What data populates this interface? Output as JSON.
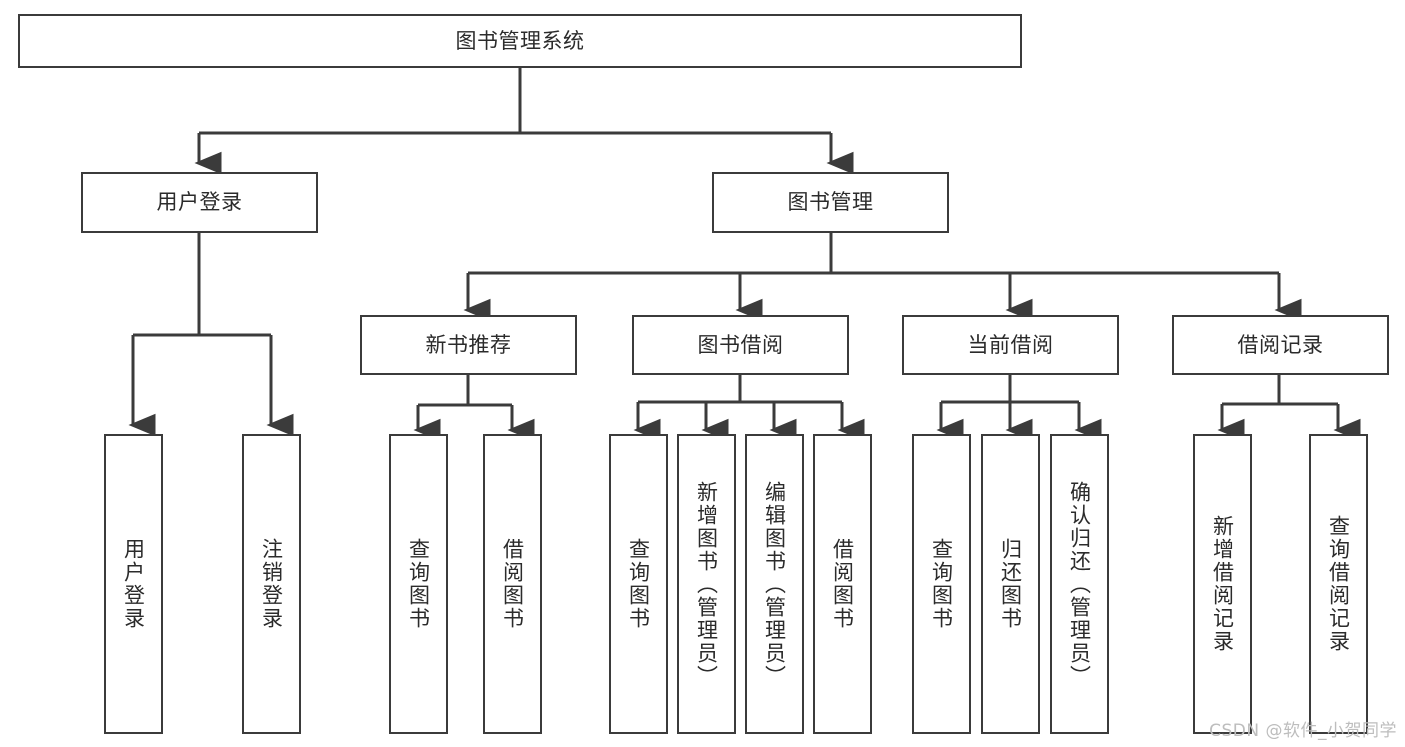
{
  "diagram": {
    "title": "图书管理系统",
    "type": "tree-hierarchy",
    "watermark": "CSDN @软件_小贺同学",
    "colors": {
      "background": "#ffffff",
      "box_border": "#3b3b3b",
      "box_fill": "#ffffff",
      "connector": "#3b3b3b",
      "text": "#2b2b2b",
      "watermark": "#bdbdbd"
    },
    "root": {
      "label": "图书管理系统"
    },
    "level2": [
      {
        "label": "用户登录"
      },
      {
        "label": "图书管理"
      }
    ],
    "level3": [
      {
        "label": "新书推荐"
      },
      {
        "label": "图书借阅"
      },
      {
        "label": "当前借阅"
      },
      {
        "label": "借阅记录"
      }
    ],
    "leaves": {
      "user_login": [
        {
          "label": "用户登录"
        },
        {
          "label": "注销登录"
        }
      ],
      "new_book_recommend": [
        {
          "label": "查询图书"
        },
        {
          "label": "借阅图书"
        }
      ],
      "book_borrow": [
        {
          "label": "查询图书"
        },
        {
          "label": "新增图书（管理员）"
        },
        {
          "label": "编辑图书（管理员）"
        },
        {
          "label": "借阅图书"
        }
      ],
      "current_borrow": [
        {
          "label": "查询图书"
        },
        {
          "label": "归还图书"
        },
        {
          "label": "确认归还（管理员）"
        }
      ],
      "borrow_record": [
        {
          "label": "新增借阅记录"
        },
        {
          "label": "查询借阅记录"
        }
      ]
    }
  }
}
